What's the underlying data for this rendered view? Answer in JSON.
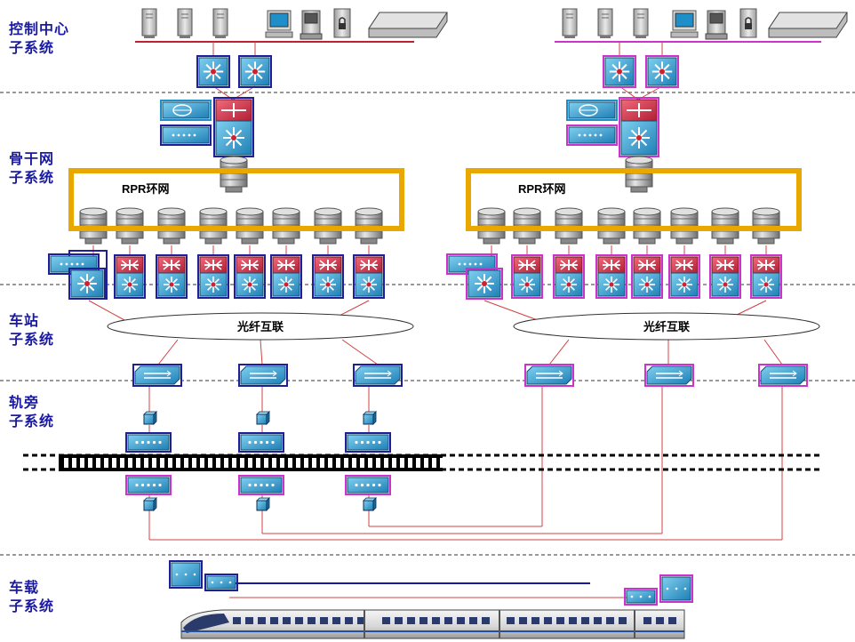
{
  "labels": {
    "control_line1": "控制中心",
    "control_line2": "子系统",
    "backbone_line1": "骨干网",
    "backbone_line2": "子系统",
    "station_line1": "车站",
    "station_line2": "子系统",
    "trackside_line1": "轨旁",
    "trackside_line2": "子系统",
    "onboard_line1": "车载",
    "onboard_line2": "子系统"
  },
  "ring_left": "RPR环网",
  "ring_right": "RPR环网",
  "fiber_left": "光纤互联",
  "fiber_right": "光纤互联",
  "colors": {
    "label": "#1a1aa0",
    "ring": "#e8a800",
    "left_accent": "#1f1f99",
    "right_accent": "#cc33cc",
    "switch_face": "#1e8fc8",
    "router_face": "#d8304a",
    "link_red": "#d04040",
    "onboard_line": "#1a1aa0"
  }
}
